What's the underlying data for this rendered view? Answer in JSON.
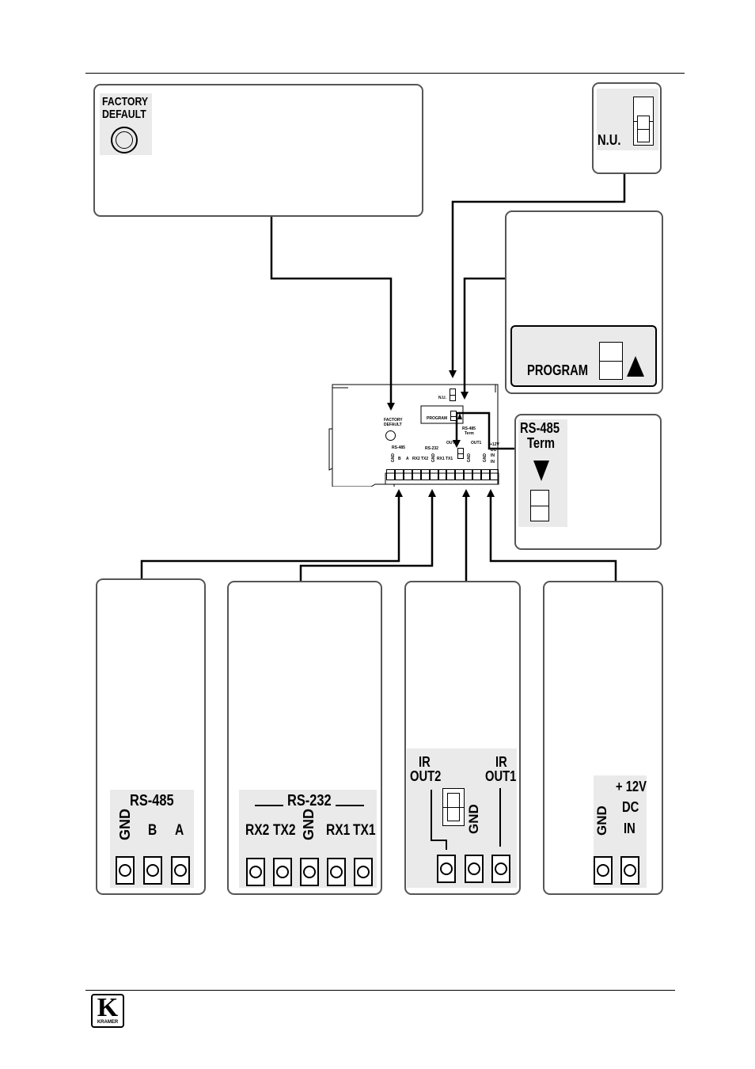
{
  "factory_default": {
    "line1": "FACTORY",
    "line2": "DEFAULT"
  },
  "nu": {
    "label": "N.U."
  },
  "program": {
    "label": "PROGRAM"
  },
  "rs485_term": {
    "line1": "RS-485",
    "line2": "Term"
  },
  "rs485_block": {
    "title": "RS-485",
    "pins": [
      "GND",
      "B",
      "A"
    ]
  },
  "rs232_block": {
    "title": "RS-232",
    "pins": [
      "RX2",
      "TX2",
      "GND",
      "RX1",
      "TX1"
    ]
  },
  "ir_block": {
    "out2": [
      "IR",
      "OUT2"
    ],
    "out1": [
      "IR",
      "OUT1"
    ],
    "gnd": "GND"
  },
  "power_block": {
    "gnd": "GND",
    "v": "+ 12V",
    "dc": "DC",
    "in": "IN"
  },
  "logo": {
    "letter": "K",
    "brand": "KRAMER"
  },
  "board": {
    "nu": "N.U.",
    "fd1": "FACTORY",
    "fd2": "DEFAULT",
    "program": "PROGRAM",
    "rs485": "RS-485",
    "term": "Term",
    "rs232": "RS-232",
    "ir_out2": "OUT2",
    "ir_out1": "OUT1",
    "v12": "+12V",
    "dc": "DC",
    "in": "IN",
    "pins": [
      "GND",
      "B",
      "A",
      "RX2",
      "TX2",
      "GND",
      "RX1",
      "TX1",
      "GND",
      "GND",
      "IN"
    ]
  },
  "colors": {
    "line": "#000000",
    "panel_border": "#555555",
    "shade": "#eaeaea"
  }
}
